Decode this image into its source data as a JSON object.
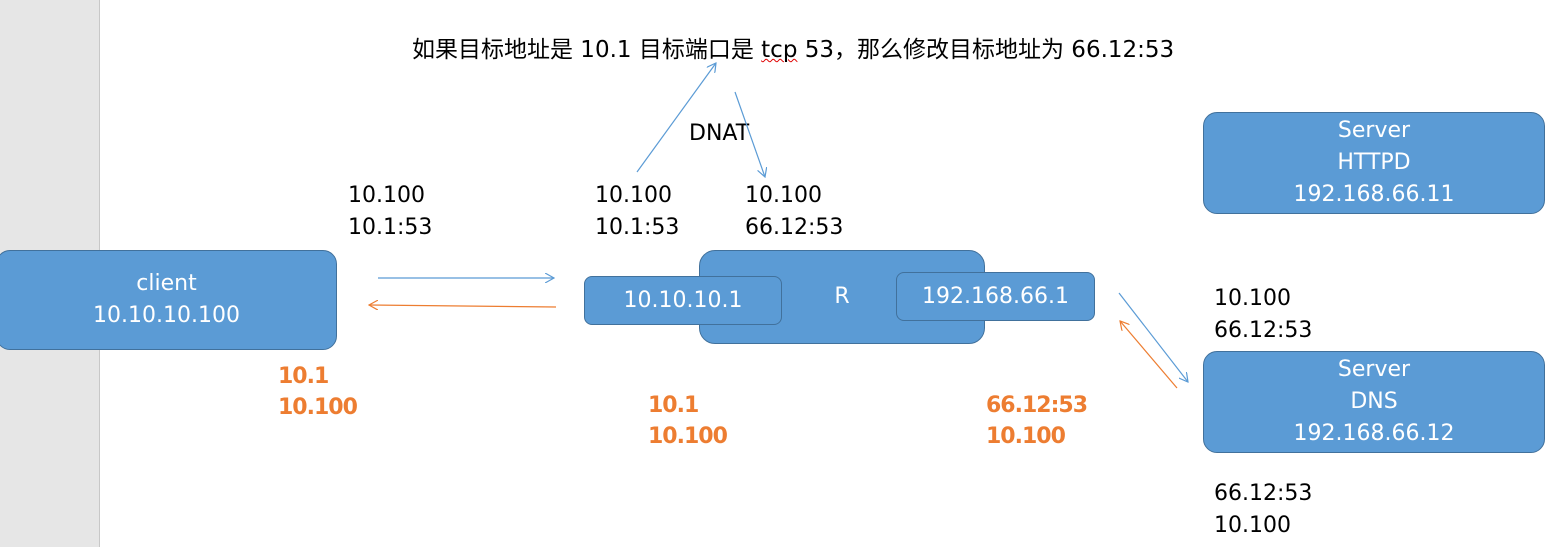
{
  "title": {
    "part1": "如果目标地址是 10.1 目标端口是 ",
    "tcp": "tcp",
    "part2": " 53，那么修改目标地址为 66.12:53"
  },
  "dnat_label": "DNAT",
  "client": {
    "name": "client",
    "ip": "10.10.10.100"
  },
  "router": {
    "label": "R",
    "left_if": "10.10.10.1",
    "right_if": "192.168.66.1"
  },
  "servers": {
    "httpd": {
      "line1": "Server",
      "line2": "HTTPD",
      "ip": "192.168.66.11"
    },
    "dns": {
      "line1": "Server",
      "line2": "DNS",
      "ip": "192.168.66.12"
    }
  },
  "packets": {
    "client_to_r": {
      "src": "10.100",
      "dst": "10.1:53"
    },
    "r_in": {
      "src": "10.100",
      "dst": "10.1:53"
    },
    "r_out": {
      "src": "10.100",
      "dst": "66.12:53"
    },
    "to_dns": {
      "src": "10.100",
      "dst": "66.12:53"
    },
    "dns_reply": {
      "src": "66.12:53",
      "dst": "10.100"
    }
  },
  "replies": {
    "at_client": {
      "src": "10.1",
      "dst": "10.100"
    },
    "at_r_left": {
      "src": "10.1",
      "dst": "10.100"
    },
    "at_r_right": {
      "src": "66.12:53",
      "dst": "10.100"
    }
  },
  "colors": {
    "box_fill": "#5b9bd5",
    "box_border": "#41719c",
    "request_arrow": "#5b9bd5",
    "reply_arrow": "#ed7d31",
    "reply_text": "#ed7d31"
  }
}
